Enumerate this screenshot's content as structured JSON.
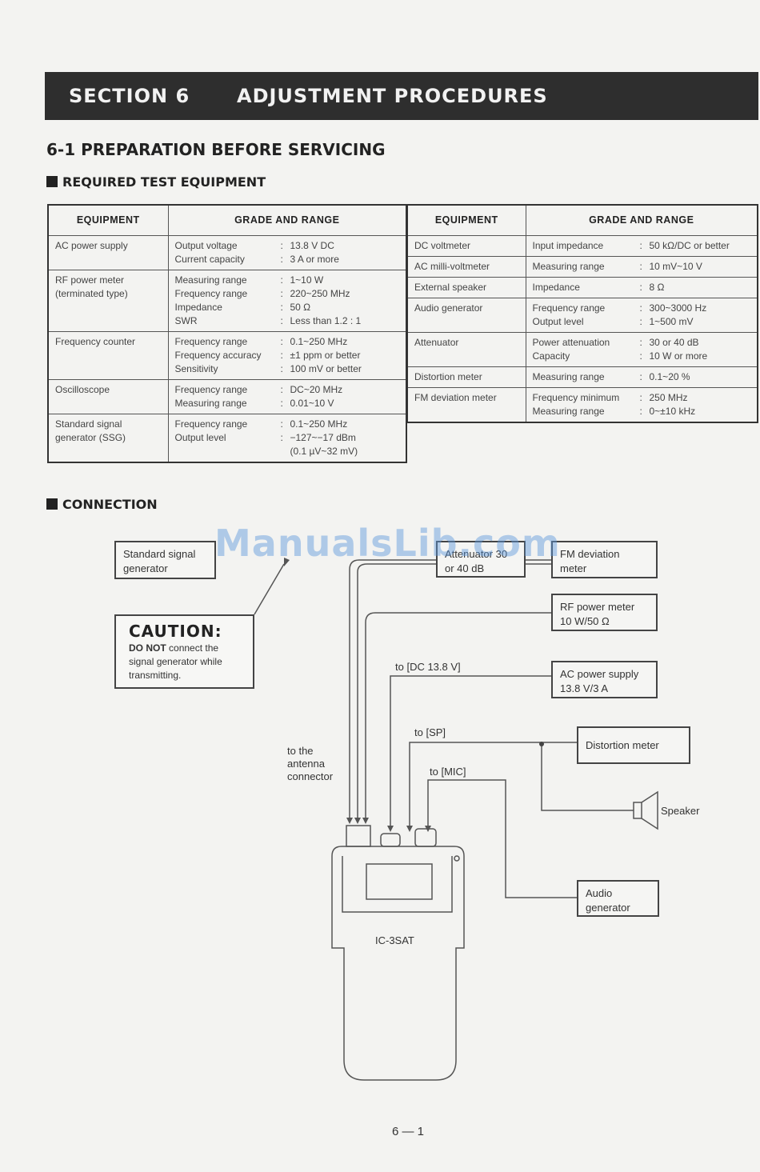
{
  "header": {
    "section": "SECTION 6",
    "title": "ADJUSTMENT PROCEDURES"
  },
  "heading": "6-1 PREPARATION BEFORE SERVICING",
  "sub1": "REQUIRED TEST EQUIPMENT",
  "sub2": "CONNECTION",
  "table": {
    "col_equipment": "EQUIPMENT",
    "col_grade": "GRADE AND RANGE",
    "left": [
      {
        "name": "AC power supply",
        "specs": [
          [
            "Output voltage",
            ":",
            "13.8 V DC"
          ],
          [
            "Current capacity",
            ":",
            "3 A or more"
          ]
        ]
      },
      {
        "name": "RF power meter (terminated type)",
        "specs": [
          [
            "Measuring range",
            ":",
            "1~10 W"
          ],
          [
            "Frequency range",
            ":",
            "220~250 MHz"
          ],
          [
            "Impedance",
            ":",
            "50 Ω"
          ],
          [
            "SWR",
            ":",
            "Less than 1.2 : 1"
          ]
        ]
      },
      {
        "name": "Frequency counter",
        "specs": [
          [
            "Frequency range",
            ":",
            "0.1~250 MHz"
          ],
          [
            "Frequency accuracy",
            ":",
            "±1 ppm or better"
          ],
          [
            "Sensitivity",
            ":",
            "100 mV or better"
          ]
        ]
      },
      {
        "name": "Oscilloscope",
        "specs": [
          [
            "Frequency range",
            ":",
            "DC~20 MHz"
          ],
          [
            "Measuring range",
            ":",
            "0.01~10 V"
          ]
        ]
      },
      {
        "name": "Standard signal generator (SSG)",
        "specs": [
          [
            "Frequency range",
            ":",
            "0.1~250 MHz"
          ],
          [
            "Output level",
            ":",
            "−127~−17 dBm"
          ],
          [
            "",
            "",
            "(0.1 µV~32 mV)"
          ]
        ]
      }
    ],
    "right": [
      {
        "name": "DC voltmeter",
        "specs": [
          [
            "Input impedance",
            ":",
            "50 kΩ/DC or better"
          ]
        ]
      },
      {
        "name": "AC milli-voltmeter",
        "specs": [
          [
            "Measuring range",
            ":",
            "10 mV~10 V"
          ]
        ]
      },
      {
        "name": "External speaker",
        "specs": [
          [
            "Impedance",
            ":",
            "8 Ω"
          ]
        ]
      },
      {
        "name": "Audio generator",
        "specs": [
          [
            "Frequency range",
            ":",
            "300~3000 Hz"
          ],
          [
            "Output level",
            ":",
            "1~500 mV"
          ]
        ]
      },
      {
        "name": "Attenuator",
        "specs": [
          [
            "Power attenuation",
            ":",
            "30 or 40 dB"
          ],
          [
            "Capacity",
            ":",
            "10 W or more"
          ]
        ]
      },
      {
        "name": "Distortion meter",
        "specs": [
          [
            "Measuring range",
            ":",
            "0.1~20 %"
          ]
        ]
      },
      {
        "name": "FM deviation meter",
        "specs": [
          [
            "Frequency minimum",
            ":",
            "250 MHz"
          ],
          [
            "Measuring range",
            ":",
            "0~±10 kHz"
          ]
        ]
      }
    ]
  },
  "diagram": {
    "ssg_box": "Standard signal generator",
    "attenuator_box": "Attenuator 30 or 40 dB",
    "fm_box": "FM deviation meter",
    "rf_box": "RF power meter 10 W/50 Ω",
    "acps_box": "AC power supply 13.8 V/3 A",
    "dist_box": "Distortion meter",
    "speaker": "Speaker",
    "audio_box": "Audio generator",
    "to_dc": "to [DC 13.8 V]",
    "to_sp": "to [SP]",
    "to_mic": "to [MIC]",
    "to_antenna": "to the antenna connector",
    "radio_label": "IC-3SAT",
    "caution_title": "CAUTION:",
    "caution_bold": "DO NOT",
    "caution_text": "connect the signal generator while transmitting."
  },
  "watermark": "ManualsLib.com",
  "page_number": "6 — 1"
}
